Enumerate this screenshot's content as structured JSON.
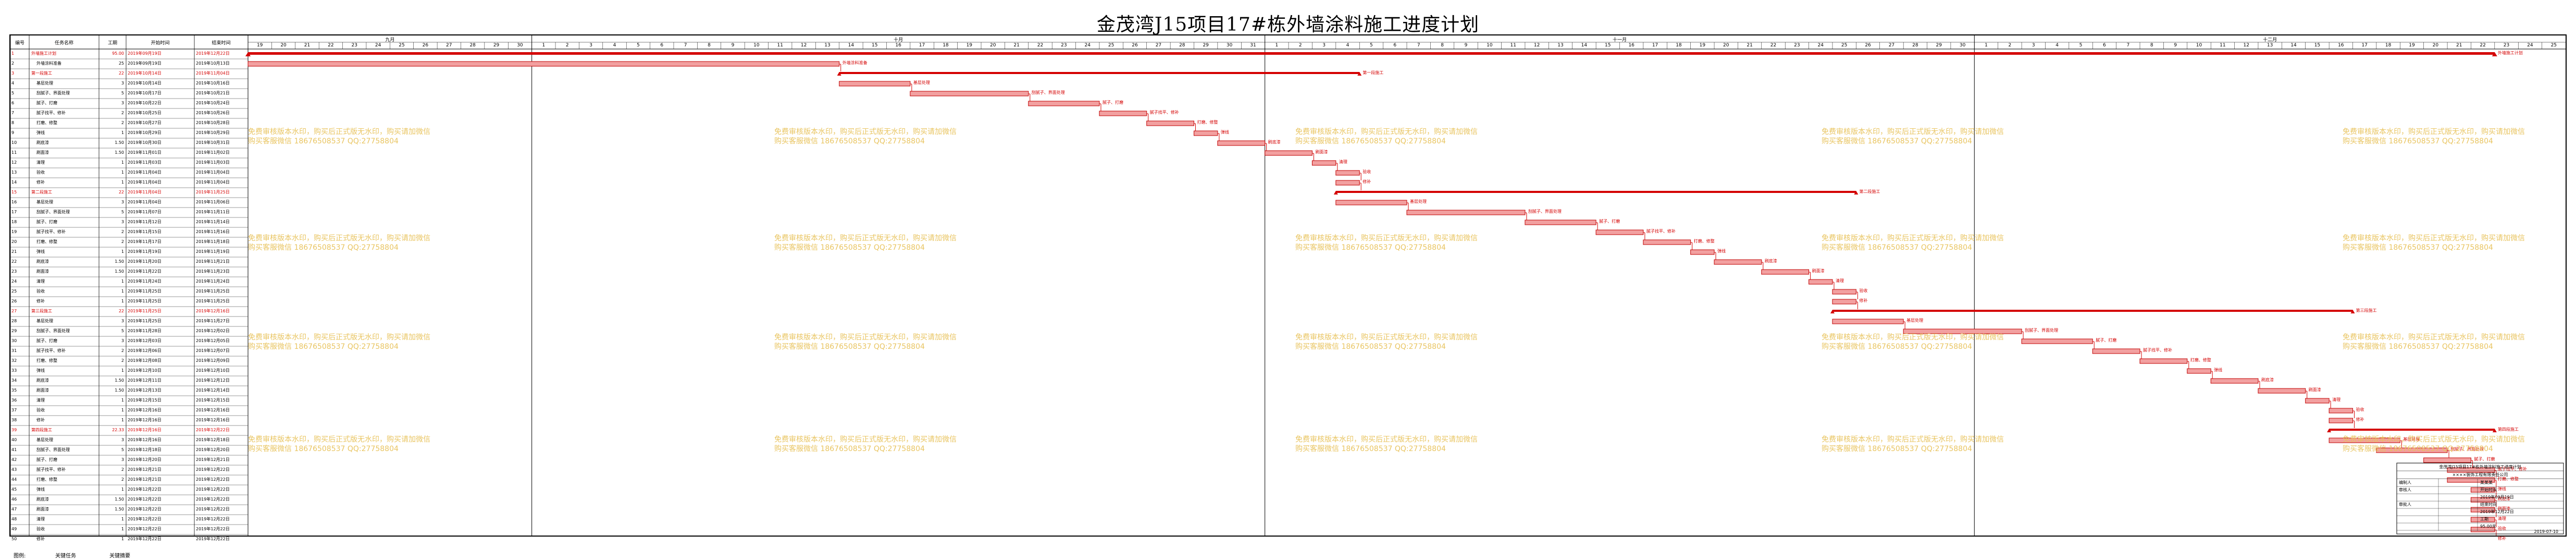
{
  "title": "金茂湾J15项目17#栋外墙涂料施工进度计划",
  "headers": {
    "no": "编号",
    "name": "任务名称",
    "dur": "工期",
    "start": "开始时间",
    "end": "结束时间",
    "months": [
      "九月",
      "十月",
      "十一月",
      "十二月"
    ]
  },
  "days": {
    "sep": [
      "19",
      "20",
      "21",
      "22",
      "23",
      "24",
      "25",
      "26",
      "27",
      "28",
      "29",
      "30"
    ],
    "oct": [
      "1",
      "2",
      "3",
      "4",
      "5",
      "6",
      "7",
      "8",
      "9",
      "10",
      "11",
      "12",
      "13",
      "14",
      "15",
      "16",
      "17",
      "18",
      "19",
      "20",
      "21",
      "22",
      "23",
      "24",
      "25",
      "26",
      "27",
      "28",
      "29",
      "30",
      "31"
    ],
    "nov": [
      "1",
      "2",
      "3",
      "4",
      "5",
      "6",
      "7",
      "8",
      "9",
      "10",
      "11",
      "12",
      "13",
      "14",
      "15",
      "16",
      "17",
      "18",
      "19",
      "20",
      "21",
      "22",
      "23",
      "24",
      "25",
      "26",
      "27",
      "28",
      "29",
      "30"
    ],
    "dec": [
      "1",
      "2",
      "3",
      "4",
      "5",
      "6",
      "7",
      "8",
      "9",
      "10",
      "11",
      "12",
      "13",
      "14",
      "15",
      "16",
      "17",
      "18",
      "19",
      "20",
      "21",
      "22",
      "23",
      "24",
      "25"
    ]
  },
  "rows": [
    {
      "no": "1",
      "name": "外墙施工计划",
      "dur": "95.00",
      "start": "2019年09月19日",
      "end": "2019年12月22日",
      "red": true
    },
    {
      "no": "2",
      "name": "外墙涂料准备",
      "dur": "25",
      "start": "2019年09月19日",
      "end": "2019年10月13日"
    },
    {
      "no": "3",
      "name": "第一段施工",
      "dur": "22",
      "start": "2019年10月14日",
      "end": "2019年11月04日",
      "red": true
    },
    {
      "no": "4",
      "name": "基层处理",
      "dur": "3",
      "start": "2019年10月14日",
      "end": "2019年10月16日"
    },
    {
      "no": "5",
      "name": "刮腻子、界面处理",
      "dur": "5",
      "start": "2019年10月17日",
      "end": "2019年10月21日"
    },
    {
      "no": "6",
      "name": "腻子、打磨",
      "dur": "3",
      "start": "2019年10月22日",
      "end": "2019年10月24日"
    },
    {
      "no": "7",
      "name": "腻子找平、修补",
      "dur": "2",
      "start": "2019年10月25日",
      "end": "2019年10月26日"
    },
    {
      "no": "8",
      "name": "打磨、修整",
      "dur": "2",
      "start": "2019年10月27日",
      "end": "2019年10月28日"
    },
    {
      "no": "9",
      "name": "弹线",
      "dur": "1",
      "start": "2019年10月29日",
      "end": "2019年10月29日"
    },
    {
      "no": "10",
      "name": "刷底漆",
      "dur": "1.50",
      "start": "2019年10月30日",
      "end": "2019年10月31日"
    },
    {
      "no": "11",
      "name": "刷面漆",
      "dur": "1.50",
      "start": "2019年11月01日",
      "end": "2019年11月02日"
    },
    {
      "no": "12",
      "name": "清理",
      "dur": "1",
      "start": "2019年11月03日",
      "end": "2019年11月03日"
    },
    {
      "no": "13",
      "name": "验收",
      "dur": "1",
      "start": "2019年11月04日",
      "end": "2019年11月04日"
    },
    {
      "no": "14",
      "name": "修补",
      "dur": "1",
      "start": "2019年11月04日",
      "end": "2019年11月04日"
    },
    {
      "no": "15",
      "name": "第二段施工",
      "dur": "22",
      "start": "2019年11月04日",
      "end": "2019年11月25日",
      "red": true
    },
    {
      "no": "16",
      "name": "基层处理",
      "dur": "3",
      "start": "2019年11月04日",
      "end": "2019年11月06日"
    },
    {
      "no": "17",
      "name": "刮腻子、界面处理",
      "dur": "5",
      "start": "2019年11月07日",
      "end": "2019年11月11日"
    },
    {
      "no": "18",
      "name": "腻子、打磨",
      "dur": "3",
      "start": "2019年11月12日",
      "end": "2019年11月14日"
    },
    {
      "no": "19",
      "name": "腻子找平、修补",
      "dur": "2",
      "start": "2019年11月15日",
      "end": "2019年11月16日"
    },
    {
      "no": "20",
      "name": "打磨、修整",
      "dur": "2",
      "start": "2019年11月17日",
      "end": "2019年11月18日"
    },
    {
      "no": "21",
      "name": "弹线",
      "dur": "1",
      "start": "2019年11月19日",
      "end": "2019年11月19日"
    },
    {
      "no": "22",
      "name": "刷底漆",
      "dur": "1.50",
      "start": "2019年11月20日",
      "end": "2019年11月21日"
    },
    {
      "no": "23",
      "name": "刷面漆",
      "dur": "1.50",
      "start": "2019年11月22日",
      "end": "2019年11月23日"
    },
    {
      "no": "24",
      "name": "清理",
      "dur": "1",
      "start": "2019年11月24日",
      "end": "2019年11月24日"
    },
    {
      "no": "25",
      "name": "验收",
      "dur": "1",
      "start": "2019年11月25日",
      "end": "2019年11月25日"
    },
    {
      "no": "26",
      "name": "修补",
      "dur": "1",
      "start": "2019年11月25日",
      "end": "2019年11月25日"
    },
    {
      "no": "27",
      "name": "第三段施工",
      "dur": "22",
      "start": "2019年11月25日",
      "end": "2019年12月16日",
      "red": true
    },
    {
      "no": "28",
      "name": "基层处理",
      "dur": "3",
      "start": "2019年11月25日",
      "end": "2019年11月27日"
    },
    {
      "no": "29",
      "name": "刮腻子、界面处理",
      "dur": "5",
      "start": "2019年11月28日",
      "end": "2019年12月02日"
    },
    {
      "no": "30",
      "name": "腻子、打磨",
      "dur": "3",
      "start": "2019年12月03日",
      "end": "2019年12月05日"
    },
    {
      "no": "31",
      "name": "腻子找平、修补",
      "dur": "2",
      "start": "2019年12月06日",
      "end": "2019年12月07日"
    },
    {
      "no": "32",
      "name": "打磨、修整",
      "dur": "2",
      "start": "2019年12月08日",
      "end": "2019年12月09日"
    },
    {
      "no": "33",
      "name": "弹线",
      "dur": "1",
      "start": "2019年12月10日",
      "end": "2019年12月10日"
    },
    {
      "no": "34",
      "name": "刷底漆",
      "dur": "1.50",
      "start": "2019年12月11日",
      "end": "2019年12月12日"
    },
    {
      "no": "35",
      "name": "刷面漆",
      "dur": "1.50",
      "start": "2019年12月13日",
      "end": "2019年12月14日"
    },
    {
      "no": "36",
      "name": "清理",
      "dur": "1",
      "start": "2019年12月15日",
      "end": "2019年12月15日"
    },
    {
      "no": "37",
      "name": "验收",
      "dur": "1",
      "start": "2019年12月16日",
      "end": "2019年12月16日"
    },
    {
      "no": "38",
      "name": "修补",
      "dur": "1",
      "start": "2019年12月16日",
      "end": "2019年12月16日"
    },
    {
      "no": "39",
      "name": "第四段施工",
      "dur": "22.33",
      "start": "2019年12月16日",
      "end": "2019年12月22日",
      "red": true
    },
    {
      "no": "40",
      "name": "基层处理",
      "dur": "3",
      "start": "2019年12月16日",
      "end": "2019年12月18日"
    },
    {
      "no": "41",
      "name": "刮腻子、界面处理",
      "dur": "5",
      "start": "2019年12月18日",
      "end": "2019年12月20日"
    },
    {
      "no": "42",
      "name": "腻子、打磨",
      "dur": "3",
      "start": "2019年12月20日",
      "end": "2019年12月21日"
    },
    {
      "no": "43",
      "name": "腻子找平、修补",
      "dur": "2",
      "start": "2019年12月21日",
      "end": "2019年12月22日"
    },
    {
      "no": "44",
      "name": "打磨、修整",
      "dur": "2",
      "start": "2019年12月21日",
      "end": "2019年12月22日"
    },
    {
      "no": "45",
      "name": "弹线",
      "dur": "1",
      "start": "2019年12月22日",
      "end": "2019年12月22日"
    },
    {
      "no": "46",
      "name": "刷底漆",
      "dur": "1.50",
      "start": "2019年12月22日",
      "end": "2019年12月22日"
    },
    {
      "no": "47",
      "name": "刷面漆",
      "dur": "1.50",
      "start": "2019年12月22日",
      "end": "2019年12月22日"
    },
    {
      "no": "48",
      "name": "清理",
      "dur": "1",
      "start": "2019年12月22日",
      "end": "2019年12月22日"
    },
    {
      "no": "49",
      "name": "验收",
      "dur": "1",
      "start": "2019年12月22日",
      "end": "2019年12月22日"
    },
    {
      "no": "50",
      "name": "修补",
      "dur": "1",
      "start": "2019年12月22日",
      "end": "2019年12月22日"
    }
  ],
  "bar_labels": {
    "summary_end": "外墙施工计划",
    "prep": "外墙涂料准备",
    "seg1": "第一段施工",
    "seg2": "第二段施工",
    "seg3": "第三段施工",
    "seg4": "第四段施工",
    "base": "基层处理",
    "putty": "刮腻子、界面处理",
    "sand": "腻子、打磨",
    "level": "腻子找平、修补",
    "trim": "打磨、修整",
    "line": "弹线",
    "primer": "刷底漆",
    "top": "刷面漆",
    "clean": "清理",
    "accept": "验收",
    "fix": "修补"
  },
  "watermark": {
    "line1": "免费审核版本水印，购买后正式版无水印，购买请加微信",
    "line2": "购买客服微信 18676508537 QQ:27758804"
  },
  "legend": {
    "label": "图例:",
    "critical": "关键任务",
    "summary": "关键摘要"
  },
  "info": {
    "project_title": "金茂湾J15项目17#栋外墙涂料施工进度计划",
    "company": "××××装饰工程有限责任公司",
    "rows": [
      {
        "k": "编制人",
        "v": "某某某"
      },
      {
        "k": "审核人",
        "v": "开始时间"
      },
      {
        "k": "",
        "v": "2019年09月19日"
      },
      {
        "k": "审批人",
        "v": "结束时间"
      },
      {
        "k": "",
        "v": "2019年12月22日"
      },
      {
        "k": "",
        "v": "工期"
      },
      {
        "k": "",
        "v": "95.00天"
      }
    ],
    "date": "2019-07-10"
  },
  "colors": {
    "critical": "#d40000",
    "bar_fill": "#f2a0a0",
    "bar_border": "#c00000",
    "watermark": "#e8c25a",
    "grid": "#000000"
  }
}
